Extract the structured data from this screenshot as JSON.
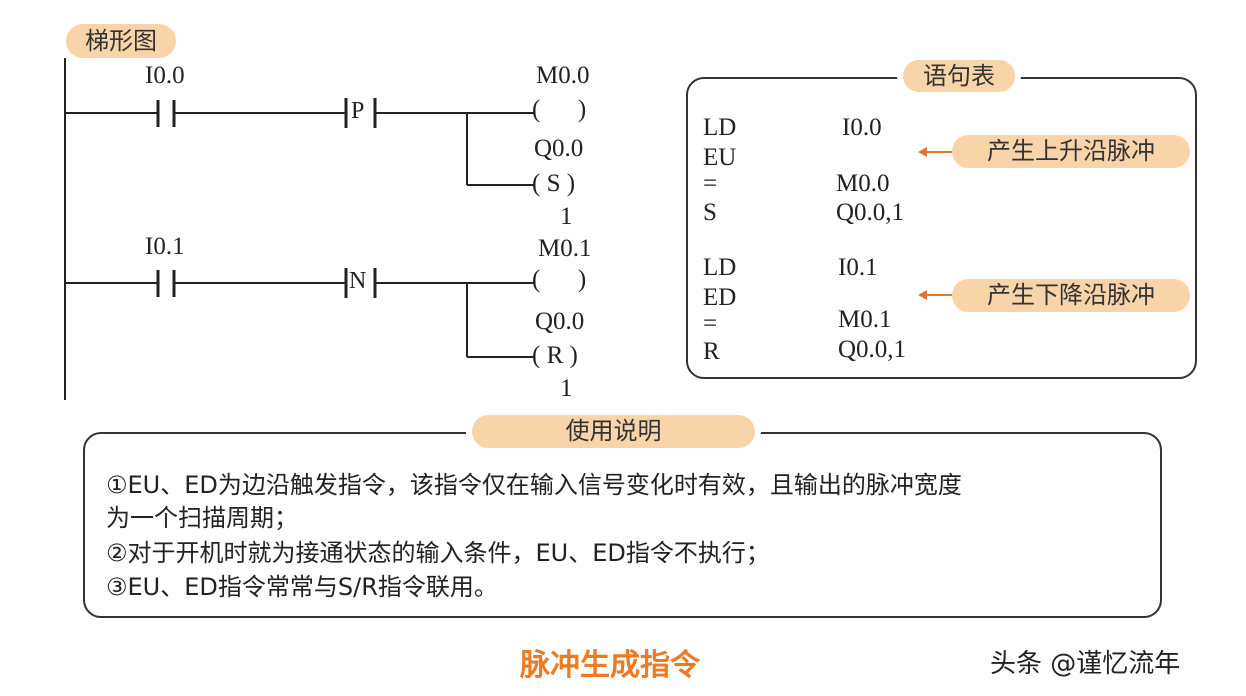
{
  "ladder": {
    "title": "梯形图",
    "rung1": {
      "contact": "I0.0",
      "edge": "P",
      "coil1": "M0.0",
      "coil1_symbol": "(      )",
      "coil2": "Q0.0",
      "coil2_symbol": "( S )",
      "coil2_n": "1"
    },
    "rung2": {
      "contact": "I0.1",
      "edge": "N",
      "coil1": "M0.1",
      "coil1_symbol": "(      )",
      "coil2": "Q0.0",
      "coil2_symbol": "( R )",
      "coil2_n": "1"
    }
  },
  "statements": {
    "title": "语句表",
    "group1": [
      [
        "LD",
        "I0.0"
      ],
      [
        "EU",
        ""
      ],
      [
        "=",
        "M0.0"
      ],
      [
        "S",
        "Q0.0,1"
      ]
    ],
    "group2": [
      [
        "LD",
        "I0.1"
      ],
      [
        "ED",
        ""
      ],
      [
        "=",
        "M0.1"
      ],
      [
        "R",
        "Q0.0,1"
      ]
    ],
    "callout1": "产生上升沿脉冲",
    "callout2": "产生下降沿脉冲"
  },
  "usage": {
    "title": "使用说明",
    "lines": [
      "①EU、ED为边沿触发指令，该指令仅在输入信号变化时有效，且输出的脉冲宽度",
      "为一个扫描周期；",
      "②对于开机时就为接通状态的输入条件，EU、ED指令不执行；",
      "③EU、ED指令常常与S/R指令联用。"
    ]
  },
  "caption": "脉冲生成指令",
  "watermark": "头条 @谨忆流年",
  "colors": {
    "pill": "#f9d4a8",
    "caption": "#f07a22",
    "arrow": "#e8732a"
  }
}
